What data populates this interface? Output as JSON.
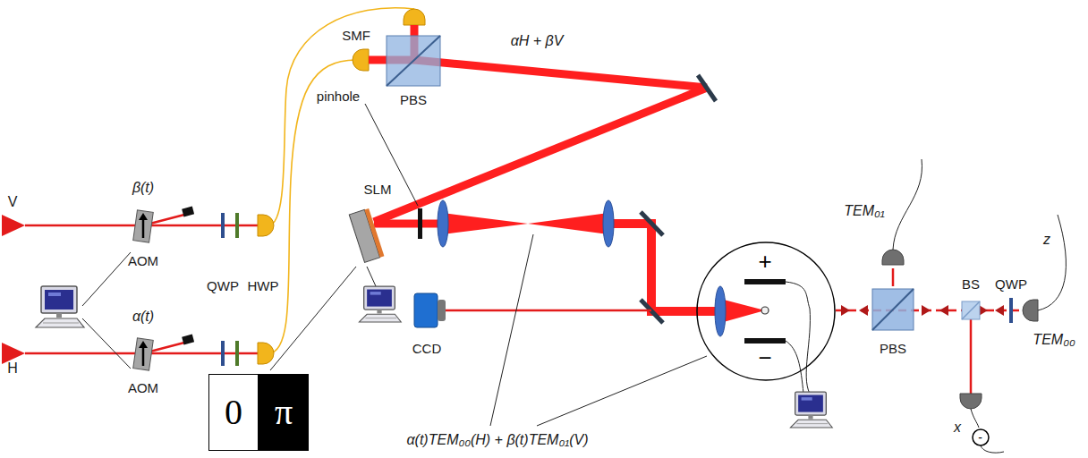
{
  "diagram": {
    "nodes": [
      {
        "text": [
          "0"
        ]
      },
      {
        "text": [
          "π"
        ]
      },
      {
        "text": [
          "+",
          "−"
        ]
      },
      {
        "text": [
          "-"
        ]
      }
    ],
    "labels": [
      "SMF",
      "PBS",
      "αH + βV",
      "V",
      "β(t)",
      "pinhole",
      "AOM",
      "QWP",
      "HWP",
      "SLM",
      "H",
      "α(t)",
      "AOM",
      "CCD",
      "TEM₀₁",
      "PBS",
      "BS",
      "QWP",
      "z",
      "TEM₀₀",
      "x",
      "α(t)TEM₀₀(H) + β(t)TEM₀₁(V)"
    ]
  }
}
